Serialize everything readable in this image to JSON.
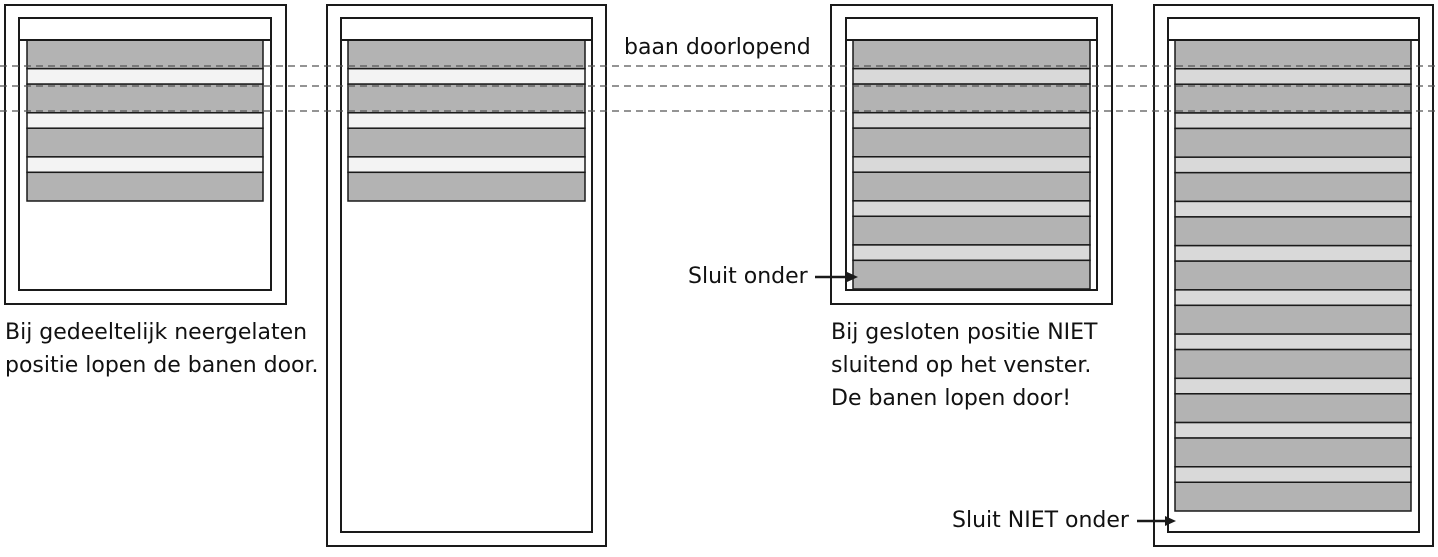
{
  "colors": {
    "stroke": "#1a1a1a",
    "frame_fill": "#ffffff",
    "dark_slat": "#b3b3b3",
    "light_slat_open": "#f3f3f3",
    "light_slat_closed": "#d9d9d9",
    "guide_line": "#555555"
  },
  "labels": {
    "baan_doorlopend": "baan doorlopend",
    "sluit_onder": "Sluit onder",
    "sluit_niet_onder": "Sluit NIET onder",
    "caption_left": [
      "Bij gedeeltelijk neergelaten",
      "positie lopen de banen door."
    ],
    "caption_right": [
      "Bij gesloten positie NIET",
      "sluitend op het venster.",
      "De banen lopen door!"
    ]
  },
  "windows": [
    {
      "name": "window-1",
      "slat_pattern": [
        "dark",
        "light",
        "dark",
        "light",
        "dark",
        "light",
        "dark"
      ],
      "closed": false
    },
    {
      "name": "window-2",
      "slat_pattern": [
        "dark",
        "light",
        "dark",
        "light",
        "dark",
        "light",
        "dark"
      ],
      "closed": false
    },
    {
      "name": "window-3",
      "slat_pattern": [
        "dark",
        "light",
        "dark",
        "light",
        "dark",
        "light",
        "dark",
        "light",
        "dark",
        "light",
        "dark"
      ],
      "closed": true
    },
    {
      "name": "window-4",
      "slat_pattern": [
        "dark",
        "light",
        "dark",
        "light",
        "dark",
        "light",
        "dark",
        "light",
        "dark",
        "light",
        "dark",
        "light",
        "dark",
        "light",
        "dark",
        "light",
        "dark",
        "light",
        "dark",
        "light",
        "dark"
      ],
      "closed": true
    }
  ]
}
